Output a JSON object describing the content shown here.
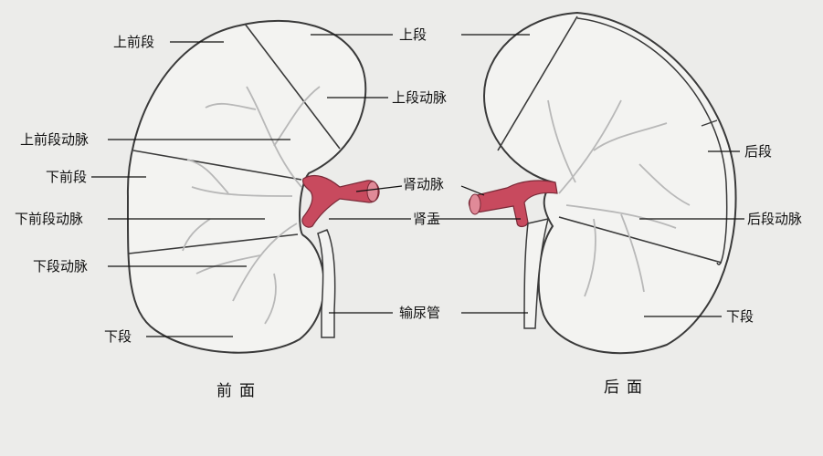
{
  "colors": {
    "background": "#ececea",
    "outline": "#3a3a3a",
    "artery": "#c84a5e",
    "branch": "#b8b8b8"
  },
  "labels": {
    "upper_anterior_segment": "上前段",
    "upper_segment": "上段",
    "upper_segment_artery": "上段动脉",
    "upper_anterior_segment_artery": "上前段动脉",
    "lower_anterior_segment": "下前段",
    "renal_artery": "肾动脉",
    "lower_anterior_segment_artery": "下前段动脉",
    "renal_pelvis": "肾盂",
    "lower_segment_artery": "下段动脉",
    "ureter": "输尿管",
    "lower_segment_front": "下段",
    "posterior_segment": "后段",
    "posterior_segment_artery": "后段动脉",
    "lower_segment_back": "下段"
  },
  "captions": {
    "front": "前面",
    "back": "后面"
  }
}
